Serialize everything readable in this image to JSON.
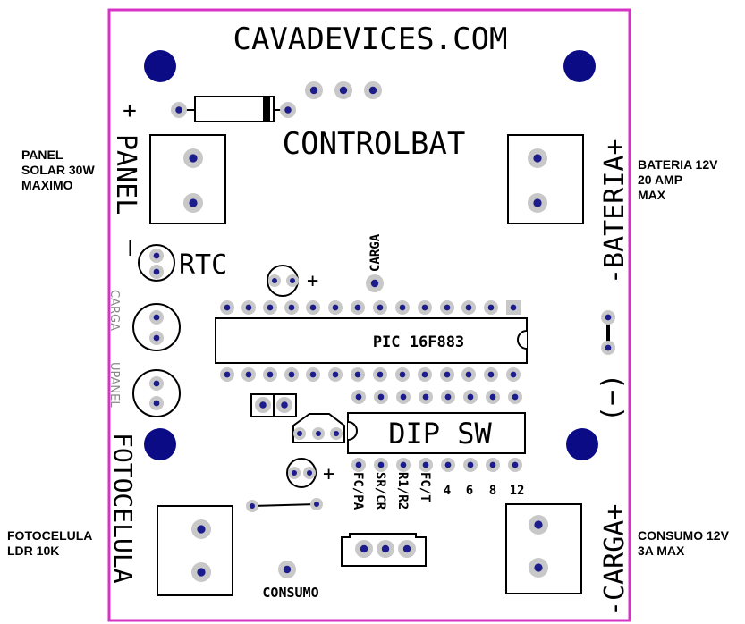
{
  "board": {
    "site": "CAVADEVICES.COM",
    "name": "CONTROLBAT",
    "plus_top": "+",
    "panel": "PANEL",
    "panel_minus": "–",
    "rtc": "RTC",
    "carga_small": "CARGA",
    "upanel": "UPANEL",
    "carga_tp": "CARGA",
    "pic": "PIC 16F883",
    "dip": "DIP SW",
    "dip_labels": [
      "FC/PA",
      "SR/CR",
      "R1/R2",
      "FC/T",
      "4",
      "6",
      "8",
      "12"
    ],
    "fotocelula": "FOTOCELULA",
    "bateria": "-BATERIA+",
    "minus_paren": "(−)",
    "carga_big": "-CARGA+",
    "consumo": "CONSUMO"
  },
  "side_notes": {
    "panel": [
      "PANEL",
      "SOLAR 30W",
      "MAXIMO"
    ],
    "bateria": [
      "BATERIA 12V",
      "20 AMP",
      "MAX"
    ],
    "fotocelula": [
      "FOTOCELULA",
      "LDR 10K"
    ],
    "consumo": [
      "CONSUMO 12V",
      "3A MAX"
    ]
  },
  "colors": {
    "board_outline": "#d633c4",
    "pad_ring": "#c8c8c8",
    "pad_hole": "#1c1c8c",
    "mount_hole": "#0b0b86",
    "component": "#000000"
  }
}
